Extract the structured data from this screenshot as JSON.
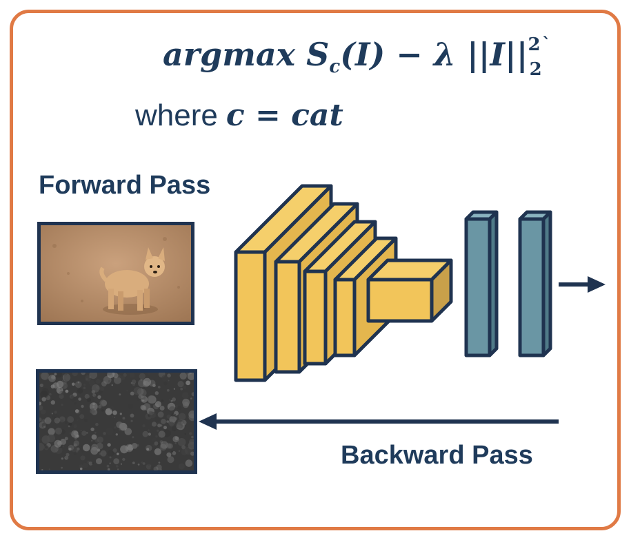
{
  "formula": {
    "main": "argmax S",
    "sub_c": "c",
    "rest": "(I) − λ ||I||",
    "sup": "2",
    "sub2": "2",
    "tick": "`"
  },
  "condition": {
    "where": "where",
    "expr": "c = cat"
  },
  "labels": {
    "forward": "Forward Pass",
    "backward": "Backward Pass"
  },
  "colors": {
    "frame": "#e07a45",
    "text": "#1f3b5b",
    "conv_face": "#f2c55a",
    "conv_side": "#c9a04a",
    "fc_face": "#6a96a4",
    "arrow": "#1f3350"
  }
}
